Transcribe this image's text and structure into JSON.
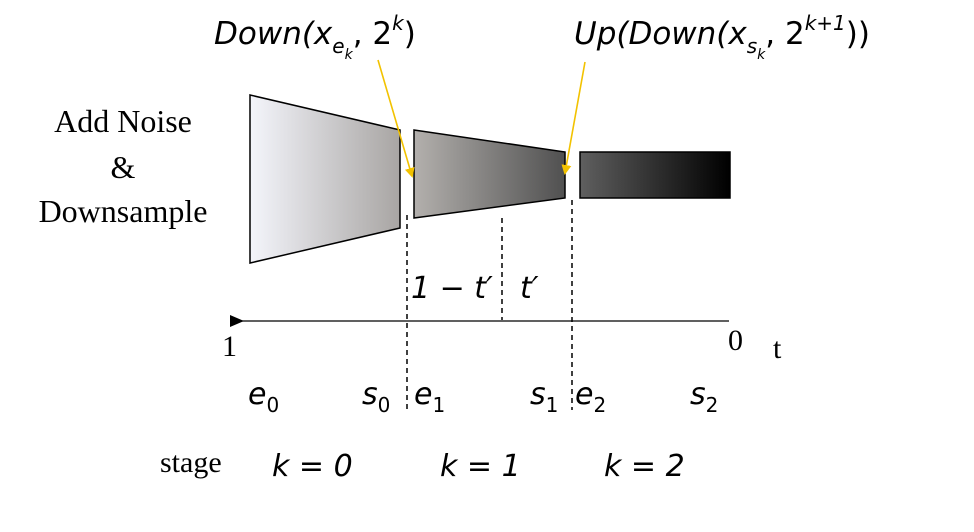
{
  "title_label": {
    "lines": [
      "Add Noise",
      "&",
      "Downsample"
    ]
  },
  "annotations": {
    "down_left": {
      "prefix": "Down(x",
      "sub": "e",
      "subsub": "k",
      "mid": ", 2",
      "sup": "k",
      "suffix": ")"
    },
    "up_right": {
      "prefix": "Up(Down(x",
      "sub": "s",
      "subsub": "k",
      "mid": ", 2",
      "sup": "k+1",
      "suffix": "))"
    }
  },
  "split_labels": {
    "left": "1 − t′",
    "right": "t′"
  },
  "axis": {
    "start_label": "1",
    "end_label": "0",
    "var_label": "t"
  },
  "markers": {
    "e0": {
      "base": "e",
      "sub": "0"
    },
    "s0": {
      "base": "s",
      "sub": "0"
    },
    "e1": {
      "base": "e",
      "sub": "1"
    },
    "s1": {
      "base": "s",
      "sub": "1"
    },
    "e2": {
      "base": "e",
      "sub": "2"
    },
    "s2": {
      "base": "s",
      "sub": "2"
    }
  },
  "stages": {
    "label": "stage",
    "k0": "k = 0",
    "k1": "k = 1",
    "k2": "k = 2"
  },
  "colors": {
    "arrow": "#f2c200",
    "line": "#000000",
    "shape1_start": "#f4f5fb",
    "shape1_end": "#a8a5a3",
    "shape2_start": "#b3b0ad",
    "shape2_end": "#505050",
    "shape3_start": "#5f5f5f",
    "shape3_end": "#000000"
  }
}
